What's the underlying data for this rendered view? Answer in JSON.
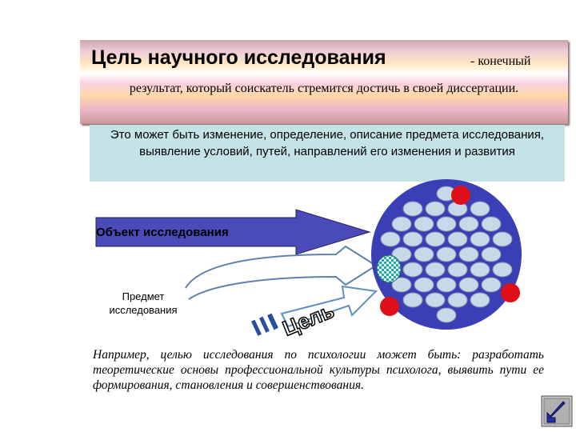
{
  "title": {
    "main": "Цель научного исследования",
    "suffix": "- конечный",
    "line2": "результат, который соискатель стремится достичь в своей диссертации."
  },
  "definition": "Это может быть изменение, определение, описание предмета исследования, выявление условий, путей, направлений его изменения и развития",
  "diagram": {
    "object_label": "Объект исследования",
    "subject_label": "Предмет исследования",
    "goal_label": "Цель",
    "colors": {
      "sphere": "#3b3fb5",
      "cells": "#c8d8e8",
      "red_dots": "#e0101a",
      "arrow_fill": "#4a4ab8",
      "outline_arrow": "#6080b0",
      "target_cell": "#2aa8a8"
    }
  },
  "example": "Например, целью исследования по психологии может быть: разработать теоретические основы профессиональной культуры психолога, выявить пути ее формирования, становления и совершенствования.",
  "nav": {
    "icon": "return-arrow-icon"
  }
}
